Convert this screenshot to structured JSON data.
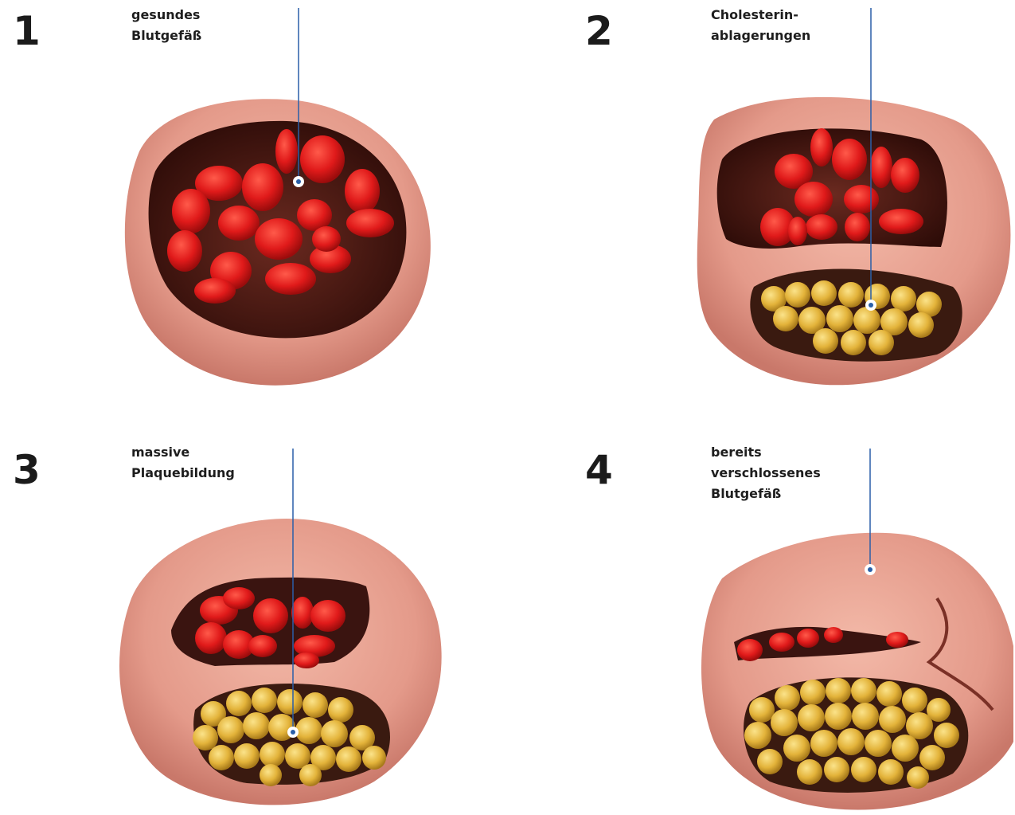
{
  "panels": [
    {
      "number": "1",
      "label_lines": [
        "gesundes",
        "Blutgefäß"
      ]
    },
    {
      "number": "2",
      "label_lines": [
        "Cholesterin-",
        "ablagerungen"
      ]
    },
    {
      "number": "3",
      "label_lines": [
        "massive",
        "Plaquebildung"
      ]
    },
    {
      "number": "4",
      "label_lines": [
        "bereits",
        "verschlossenes",
        "Blutgefäß"
      ]
    }
  ],
  "colors": {
    "vessel_wall": "#e49a8a",
    "vessel_inner": "#4a1a14",
    "blood_cell": "#d8161a",
    "plaque": "#e3b33a",
    "pointer_line": "#2a5fa8"
  }
}
